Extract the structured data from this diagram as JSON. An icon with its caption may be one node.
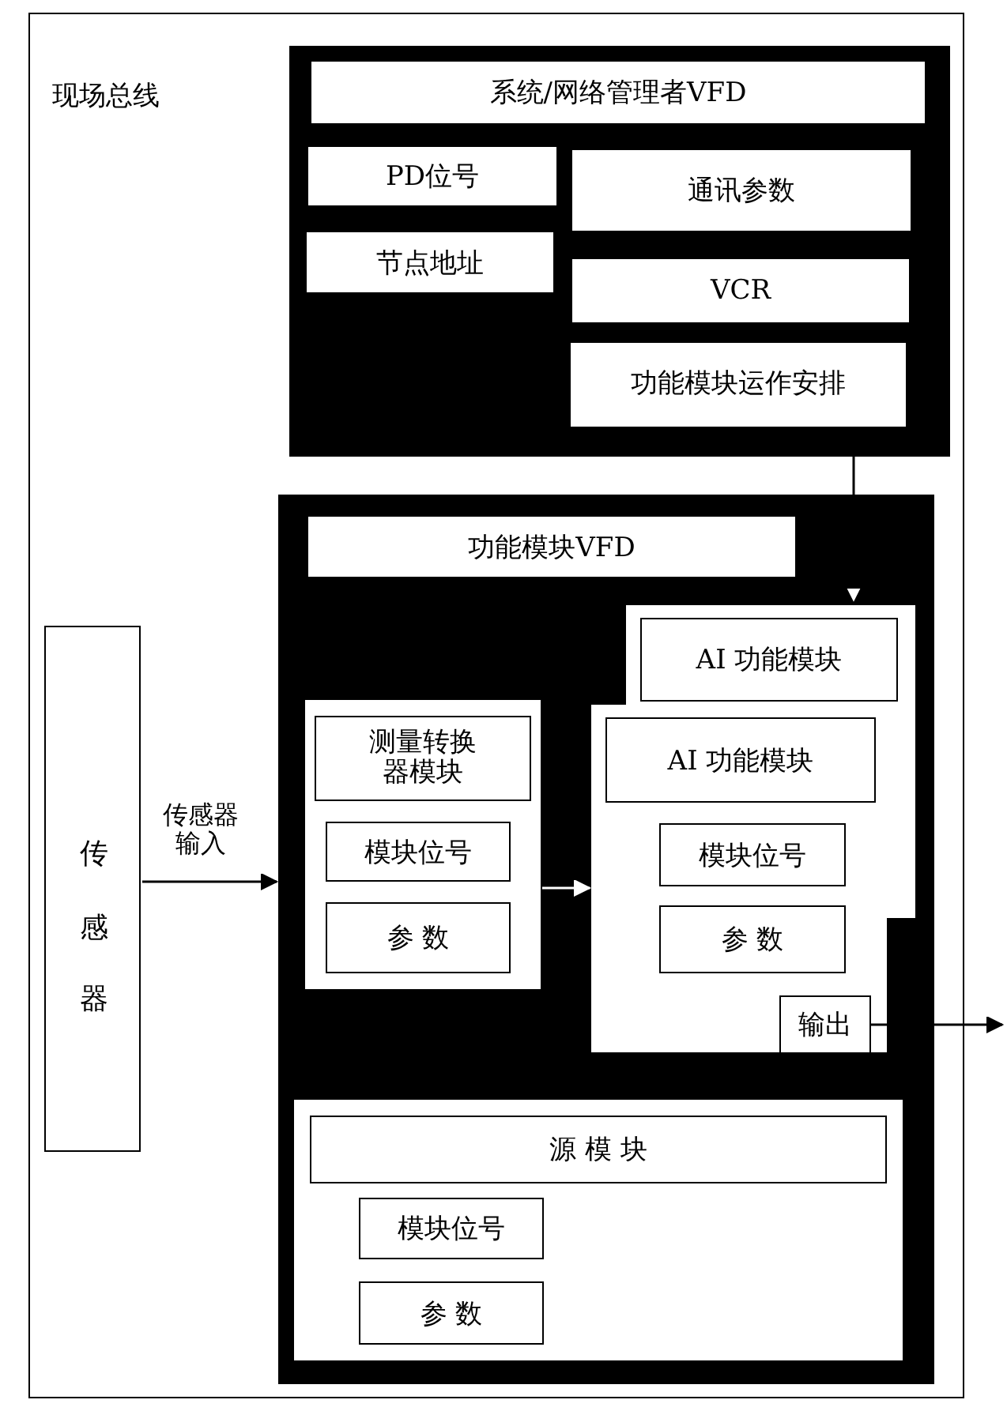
{
  "diagram": {
    "nodes": [
      {
        "text": [
          "现场总线"
        ]
      },
      {
        "text": [],
        "shape": "box",
        "in": 0
      },
      {
        "text": [
          "系统/网络管理者VFD"
        ],
        "in": 1
      },
      {
        "text": [
          "PD位号"
        ],
        "in": 1
      },
      {
        "text": [
          "通讯参数"
        ],
        "in": 1
      },
      {
        "text": [
          "节点地址"
        ],
        "in": 1
      },
      {
        "text": [
          "VCR"
        ],
        "in": 1
      },
      {
        "text": [
          "功能模块运作安排"
        ],
        "in": 1
      },
      {
        "text": [
          "传感器"
        ],
        "in": 0
      },
      {
        "text": [],
        "shape": "box",
        "in": 0
      },
      {
        "text": [
          "功能模块VFD"
        ],
        "in": 9
      },
      {
        "text": [],
        "shape": "box",
        "in": 9
      },
      {
        "text": [
          "AI 功能模块"
        ],
        "in": 11
      },
      {
        "text": [],
        "shape": "box",
        "in": 9
      },
      {
        "text": [
          "测量转换器模块"
        ],
        "in": 13
      },
      {
        "text": [
          "模块位号"
        ],
        "in": 13
      },
      {
        "text": [
          "参 数"
        ],
        "in": 13
      },
      {
        "text": [],
        "shape": "box",
        "in": 9
      },
      {
        "text": [
          "AI 功能模块"
        ],
        "in": 17
      },
      {
        "text": [
          "模块位号"
        ],
        "in": 17
      },
      {
        "text": [
          "参 数"
        ],
        "in": 17
      },
      {
        "text": [
          "输出"
        ],
        "in": 17
      },
      {
        "text": [],
        "shape": "box",
        "in": 9
      },
      {
        "text": [
          "源 模 块"
        ],
        "in": 22
      },
      {
        "text": [
          "模块位号"
        ],
        "in": 22
      },
      {
        "text": [
          "参 数"
        ],
        "in": 22
      }
    ],
    "edges": [
      {
        "from": 1,
        "to": 11,
        "arrow": "to"
      },
      {
        "from": 8,
        "to": 9,
        "arrow": "to",
        "label": "传感器输入"
      },
      {
        "from": 13,
        "to": 17,
        "arrow": "to",
        "color": "#ffffff"
      },
      {
        "from": 21,
        "to": null,
        "arrow": "to"
      }
    ]
  }
}
